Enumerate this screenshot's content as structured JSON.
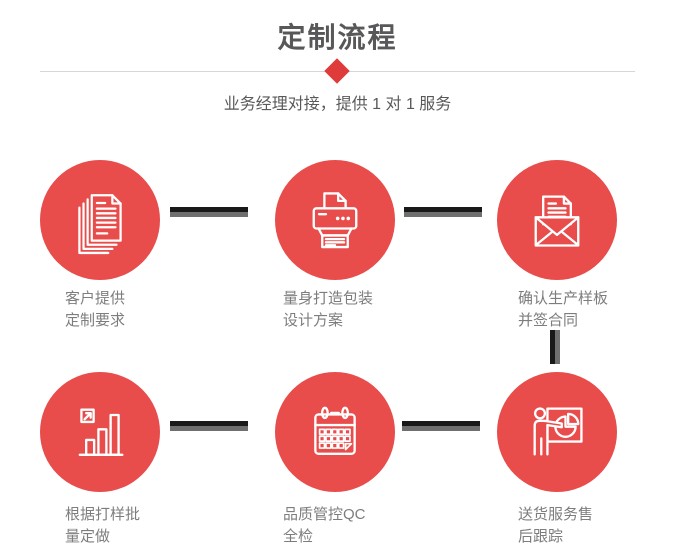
{
  "header": {
    "title": "定制流程",
    "subtitle": "业务经理对接，提供 1 对 1 服务"
  },
  "colors": {
    "circle_red": "#e84c4b",
    "diamond_red": "#e03b3b",
    "title_gray": "#58585a",
    "subtitle_gray": "#595959",
    "label_gray": "#7d7d7d",
    "connector_black": "#191919",
    "connector_gray": "#6f6f6f",
    "divider_gray": "#d6d6d6",
    "icon_white": "#ffffff"
  },
  "steps": [
    {
      "icon": "documents-icon",
      "line1": "客户提供",
      "line2": "定制要求"
    },
    {
      "icon": "printer-icon",
      "line1": "量身打造包装",
      "line2": "设计方案"
    },
    {
      "icon": "envelope-icon",
      "line1": "确认生产样板",
      "line2": "并签合同"
    },
    {
      "icon": "bar-chart-icon",
      "line1": "根据打样批",
      "line2": "量定做"
    },
    {
      "icon": "calendar-icon",
      "line1": "品质管控QC",
      "line2": "全检"
    },
    {
      "icon": "presentation-icon",
      "line1": "送货服务售",
      "line2": "后跟踪"
    }
  ]
}
